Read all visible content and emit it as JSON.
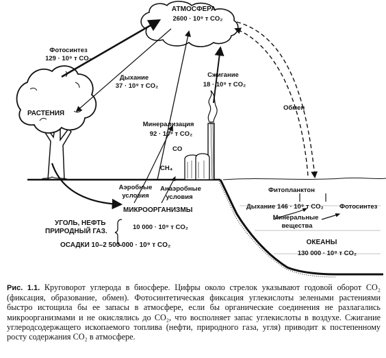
{
  "diagram": {
    "atmosphere": {
      "title": "АТМОСФЕРА",
      "amount": "2600 · 10⁹ т CO₂"
    },
    "photosynthesis_land": {
      "label": "Фотосинтез",
      "amount": "129 · 10⁹ т CO₂"
    },
    "respiration_land": {
      "label": "Дыхание",
      "amount": "37 · 10⁹ т CO₂"
    },
    "combustion": {
      "label": "Сжигание",
      "amount": "18 · 10⁹ т CO₂"
    },
    "exchange": "Обмен",
    "plants": "РАСТЕНИЯ",
    "mineralization": {
      "label": "Минерализация",
      "amount": "92 · 10⁹ т CO₂"
    },
    "co": "CO",
    "ch4": "CH₄",
    "aerobic": [
      "Аэробные",
      "условия"
    ],
    "anaerobic": [
      "Анаэробные",
      "условия"
    ],
    "microorganisms": "МИКРООРГАНИЗМЫ",
    "fossil": [
      "УГОЛЬ, НЕФТЬ",
      "ПРИРОДНЫЙ ГАЗ."
    ],
    "fossil_amount": "10 000 · 10⁹ т CO₂",
    "sediments": "ОСАДКИ 10–2 500 000 · 10⁹ т CO₂",
    "phytoplankton": "Фитопланктон",
    "respiration_ocean": "Дыхание 146 · 10⁹ т CO₂",
    "photosynthesis_ocean": "Фотосинтез",
    "minerals": [
      "Минеральные",
      "вещества"
    ],
    "oceans": {
      "title": "ОКЕАНЫ",
      "amount": "130 000 · 10⁹ т CO₂"
    }
  },
  "caption": {
    "number": "Рис. 1.1.",
    "text": "Круговорот углерода в биосфере. Цифры около стрелок указывают годовой оборот CO₂ (фиксация, образование, обмен). Фотосинтетическая фиксация углекислоты зелеными растениями быстро истощила бы ее запасы в атмосфере, если бы органические соединения не разлагались микроорганизмами и не окислялись до CO₂, что восполняет запас углекислоты в воздухе. Сжигание углеродсодержащего ископаемого топлива (нефти, природного газа, угля) приводит к постепенному росту содержания CO₂ в атмосфере."
  }
}
